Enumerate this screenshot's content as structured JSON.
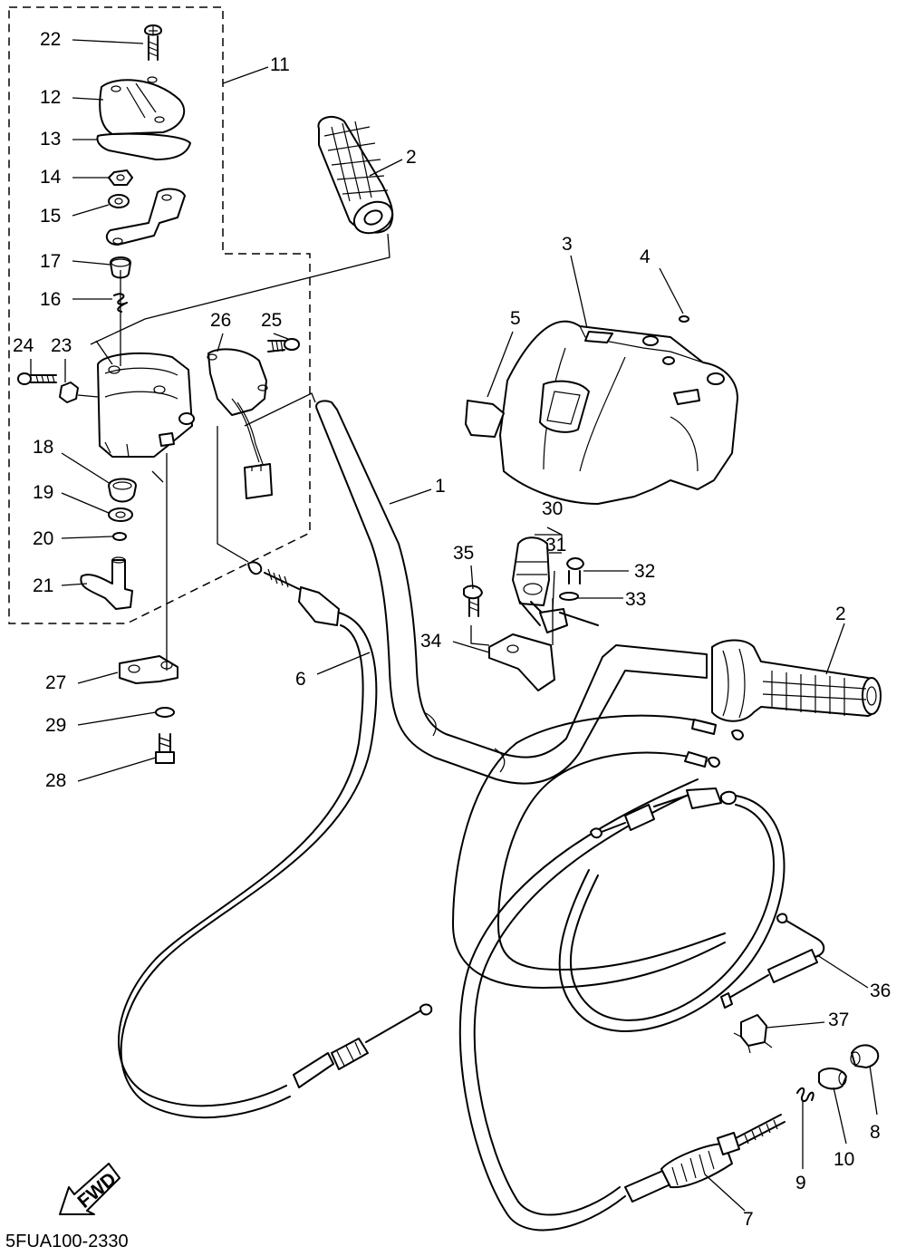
{
  "diagram": {
    "code": "5FUA100-2330",
    "fwd_text": "FWD",
    "callouts": [
      {
        "id": "c1",
        "text": "1"
      },
      {
        "id": "c2a",
        "text": "2"
      },
      {
        "id": "c2b",
        "text": "2"
      },
      {
        "id": "c3",
        "text": "3"
      },
      {
        "id": "c4",
        "text": "4"
      },
      {
        "id": "c5",
        "text": "5"
      },
      {
        "id": "c6",
        "text": "6"
      },
      {
        "id": "c7",
        "text": "7"
      },
      {
        "id": "c8",
        "text": "8"
      },
      {
        "id": "c9",
        "text": "9"
      },
      {
        "id": "c10",
        "text": "10"
      },
      {
        "id": "c11",
        "text": "11"
      },
      {
        "id": "c12",
        "text": "12"
      },
      {
        "id": "c13",
        "text": "13"
      },
      {
        "id": "c14",
        "text": "14"
      },
      {
        "id": "c15",
        "text": "15"
      },
      {
        "id": "c16",
        "text": "16"
      },
      {
        "id": "c17",
        "text": "17"
      },
      {
        "id": "c18",
        "text": "18"
      },
      {
        "id": "c19",
        "text": "19"
      },
      {
        "id": "c20",
        "text": "20"
      },
      {
        "id": "c21",
        "text": "21"
      },
      {
        "id": "c22",
        "text": "22"
      },
      {
        "id": "c23",
        "text": "23"
      },
      {
        "id": "c24",
        "text": "24"
      },
      {
        "id": "c25",
        "text": "25"
      },
      {
        "id": "c26",
        "text": "26"
      },
      {
        "id": "c27",
        "text": "27"
      },
      {
        "id": "c28",
        "text": "28"
      },
      {
        "id": "c29",
        "text": "29"
      },
      {
        "id": "c30",
        "text": "30"
      },
      {
        "id": "c31",
        "text": "31"
      },
      {
        "id": "c32",
        "text": "32"
      },
      {
        "id": "c33",
        "text": "33"
      },
      {
        "id": "c34",
        "text": "34"
      },
      {
        "id": "c35",
        "text": "35"
      },
      {
        "id": "c36",
        "text": "36"
      },
      {
        "id": "c37",
        "text": "37"
      }
    ]
  }
}
